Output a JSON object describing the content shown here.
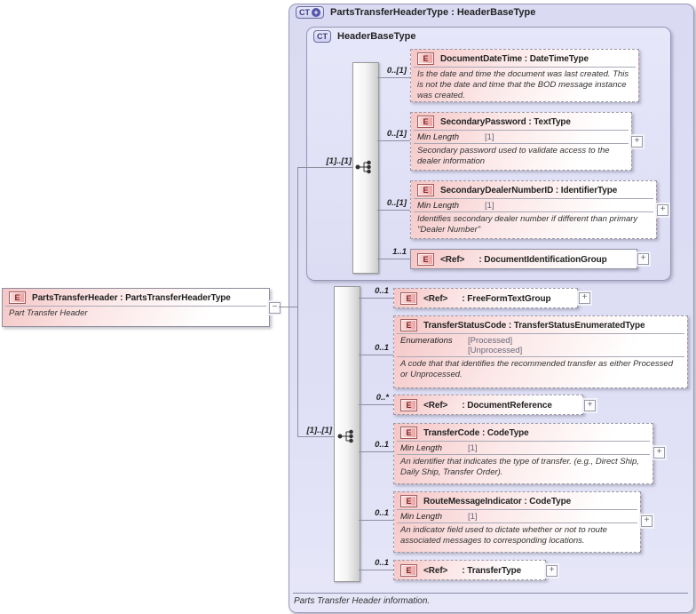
{
  "badges": {
    "element": "E",
    "complex_type": "CT"
  },
  "icons": {
    "compositor": "sequence-icon",
    "expand_glyph": "+",
    "collapse_glyph": "−",
    "ct_plus_glyph": "+"
  },
  "colors": {
    "container_fill": "#dcdcf4",
    "element_fill_pink": "#f5c6c6",
    "badge_red_border": "#a25b5b",
    "line_gray": "#8f8f9f"
  },
  "root_element": {
    "title": "PartsTransferHeader : PartsTransferHeaderType",
    "annotation": "Part Transfer Header"
  },
  "outer_type": {
    "title": "PartsTransferHeaderType : HeaderBaseType",
    "footer": "Parts Transfer Header information."
  },
  "inner_type": {
    "title": "HeaderBaseType"
  },
  "groups": {
    "header_group_cardinality": "[1]..[1]",
    "body_group_cardinality": "[1]..[1]"
  },
  "header_children": [
    {
      "cardinality": "0..[1]",
      "title": "DocumentDateTime : DateTimeType",
      "description": "Is the date and time the document was last created. This is not the date and time that the BOD message instance was created."
    },
    {
      "cardinality": "0..[1]",
      "title": "SecondaryPassword : TextType",
      "facet_label": "Min Length",
      "facet_value": "[1]",
      "description": "Secondary password used to validate access to the dealer information"
    },
    {
      "cardinality": "0..[1]",
      "title": "SecondaryDealerNumberID : IdentifierType",
      "facet_label": "Min Length",
      "facet_value": "[1]",
      "description": "Identifies secondary dealer number if different than primary \"Dealer Number\""
    },
    {
      "cardinality": "1..1",
      "title": "<Ref>      : DocumentIdentificationGroup"
    }
  ],
  "body_children": [
    {
      "cardinality": "0..1",
      "title": "<Ref>      : FreeFormTextGroup"
    },
    {
      "cardinality": "0..1",
      "title": "TransferStatusCode : TransferStatusEnumeratedType",
      "facet_label": "Enumerations",
      "enum_value_1": "[Processed]",
      "enum_value_2": "[Unprocessed]",
      "description": "A code that that identifies the recommended transfer as either Processed or Unprocessed."
    },
    {
      "cardinality": "0..*",
      "title": "<Ref>      : DocumentReference"
    },
    {
      "cardinality": "0..1",
      "title": "TransferCode : CodeType",
      "facet_label": "Min Length",
      "facet_value": "[1]",
      "description": "An identifier that indicates the type of transfer. (e.g.,  Direct Ship, Daily Ship, Transfer Order)."
    },
    {
      "cardinality": "0..1",
      "title": "RouteMessageIndicator : CodeType",
      "facet_label": "Min Length",
      "facet_value": "[1]",
      "description": "An indicator field used to dictate whether or not to route associated messages to corresponding locations."
    },
    {
      "cardinality": "0..1",
      "title": "<Ref>      : TransferType"
    }
  ]
}
